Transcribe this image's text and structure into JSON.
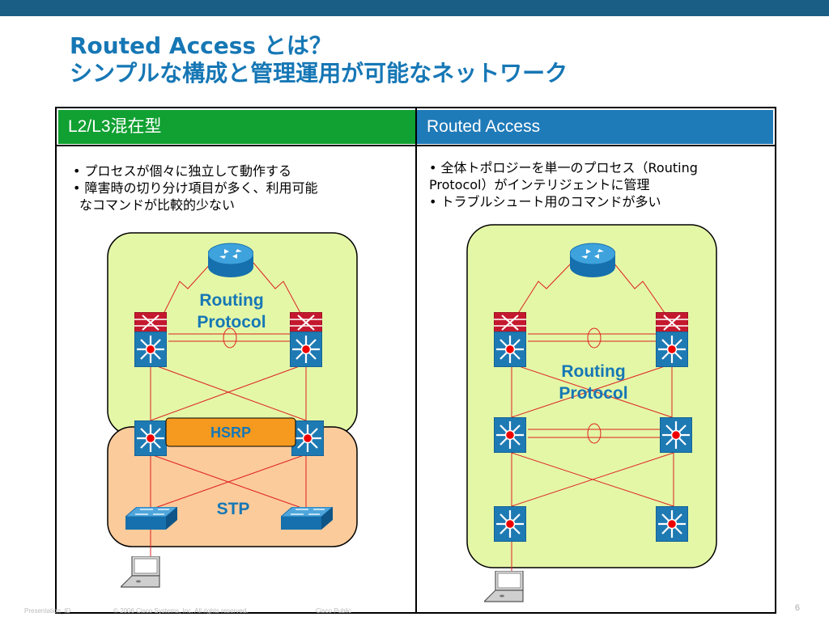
{
  "title": {
    "line1": "Routed Access とは？",
    "line2": "シンプルな構成と管理運用が可能なネットワーク"
  },
  "left": {
    "header": "L2/L3混在型",
    "b1": "• プロセスが個々に独立して動作する",
    "b2": "• 障害時の切り分け項目が多く、利用可能",
    "b3": "なコマンドが比較的少ない",
    "rp1": "Routing",
    "rp2": "Protocol",
    "hsrp": "HSRP",
    "stp": "STP"
  },
  "right": {
    "header": "Routed Access",
    "b1": "• 全体トポロジーを単一のプロセス（Routing",
    "b2": "Protocol）がインテリジェントに管理",
    "b3": "• トラブルシュート用のコマンドが多い",
    "rp1": "Routing",
    "rp2": "Protocol"
  },
  "footer": {
    "left": "Presentation_ID",
    "mid": "© 2006 Cisco Systems, Inc. All rights reserved.",
    "pub": "Cisco Public",
    "page": "6"
  },
  "colors": {
    "accent": "#1677b5",
    "l2l3": "#11a032",
    "routed": "#1f7ab8",
    "zone_green": "#e4f7a7",
    "zone_orange": "#fccb9b",
    "hsrp": "#f59a1f"
  }
}
